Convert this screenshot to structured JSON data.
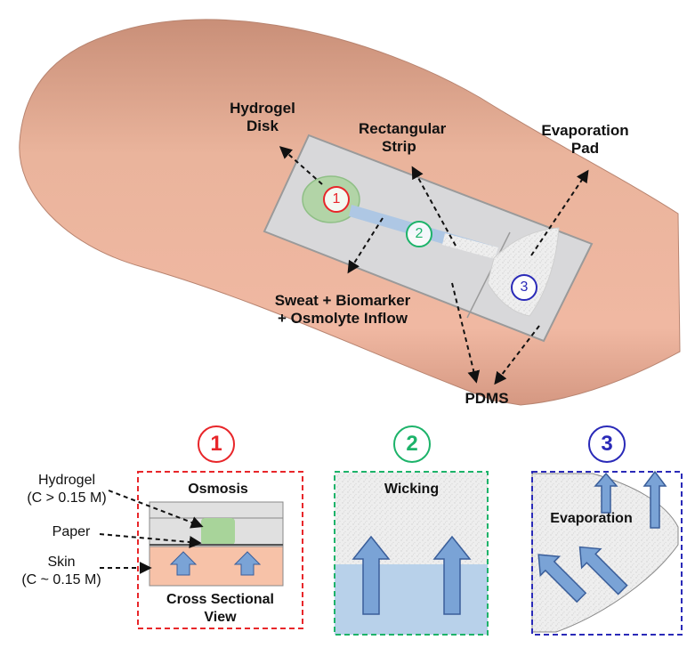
{
  "top_labels": {
    "hydrogel_disk": [
      "Hydrogel",
      "Disk"
    ],
    "rectangular_strip": [
      "Rectangular",
      "Strip"
    ],
    "evaporation_pad": [
      "Evaporation",
      "Pad"
    ],
    "inflow": [
      "Sweat + Biomarker",
      "+ Osmolyte Inflow"
    ],
    "pdms": "PDMS"
  },
  "markers": [
    "1",
    "2",
    "3"
  ],
  "panel1": {
    "number": "1",
    "title": "Osmosis",
    "caption": [
      "Cross Sectional",
      "View"
    ],
    "side_labels": {
      "hydrogel": [
        "Hydrogel",
        "(C > 0.15 M)"
      ],
      "paper": "Paper",
      "skin": [
        "Skin",
        "(C ~ 0.15 M)"
      ]
    }
  },
  "panel2": {
    "number": "2",
    "title": "Wicking"
  },
  "panel3": {
    "number": "3",
    "title": "Evaporation"
  },
  "colors": {
    "red": "#e8262a",
    "green": "#1db36a",
    "blue": "#2a2ab8",
    "skin": "#e8a88f",
    "arrow_fill": "#7aa3d6",
    "arrow_stroke": "#3a5e9a",
    "water": "#b8d1ea",
    "paper": "#efefef"
  }
}
